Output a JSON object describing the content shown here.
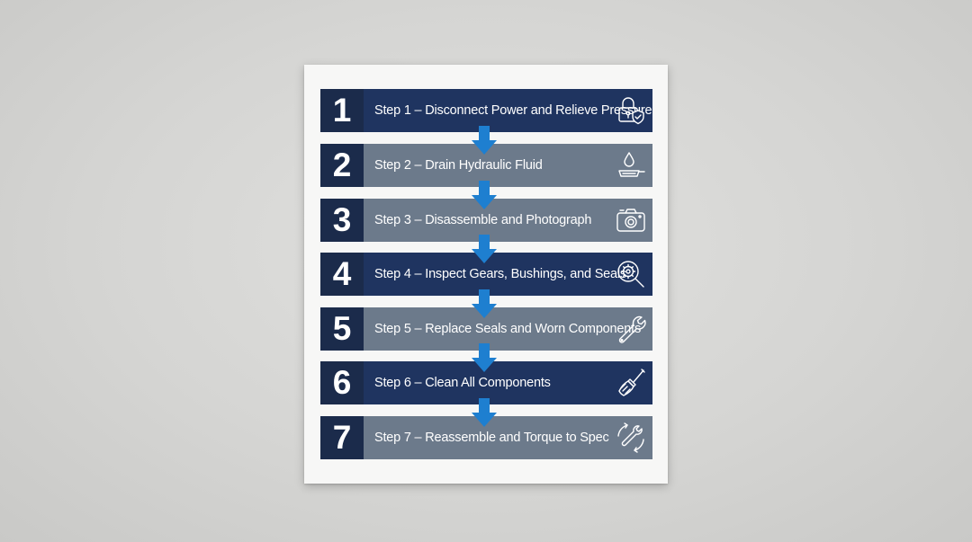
{
  "steps": [
    {
      "number": "1",
      "label": "Step 1 – Disconnect Power and Relieve Pressure",
      "icon": "lock-shield-icon",
      "tone": "dark"
    },
    {
      "number": "2",
      "label": "Step 2 – Drain Hydraulic Fluid",
      "icon": "drain-pan-icon",
      "tone": "light"
    },
    {
      "number": "3",
      "label": "Step 3 – Disassemble and Photograph",
      "icon": "camera-icon",
      "tone": "light"
    },
    {
      "number": "4",
      "label": "Step 4 – Inspect Gears, Bushings, and Seals",
      "icon": "magnifier-gear-icon",
      "tone": "dark"
    },
    {
      "number": "5",
      "label": "Step 5 – Replace Seals and Worn Components",
      "icon": "wrench-icon",
      "tone": "light"
    },
    {
      "number": "6",
      "label": "Step 6 – Clean All Components",
      "icon": "brush-icon",
      "tone": "dark"
    },
    {
      "number": "7",
      "label": "Step 7 – Reassemble and Torque to Spec",
      "icon": "torque-wrench-icon",
      "tone": "light"
    }
  ],
  "colors": {
    "number_box": "#1b2b4b",
    "dark_band": "#1f3460",
    "light_band": "#6c7a8b",
    "arrow": "#1e7fd0"
  }
}
